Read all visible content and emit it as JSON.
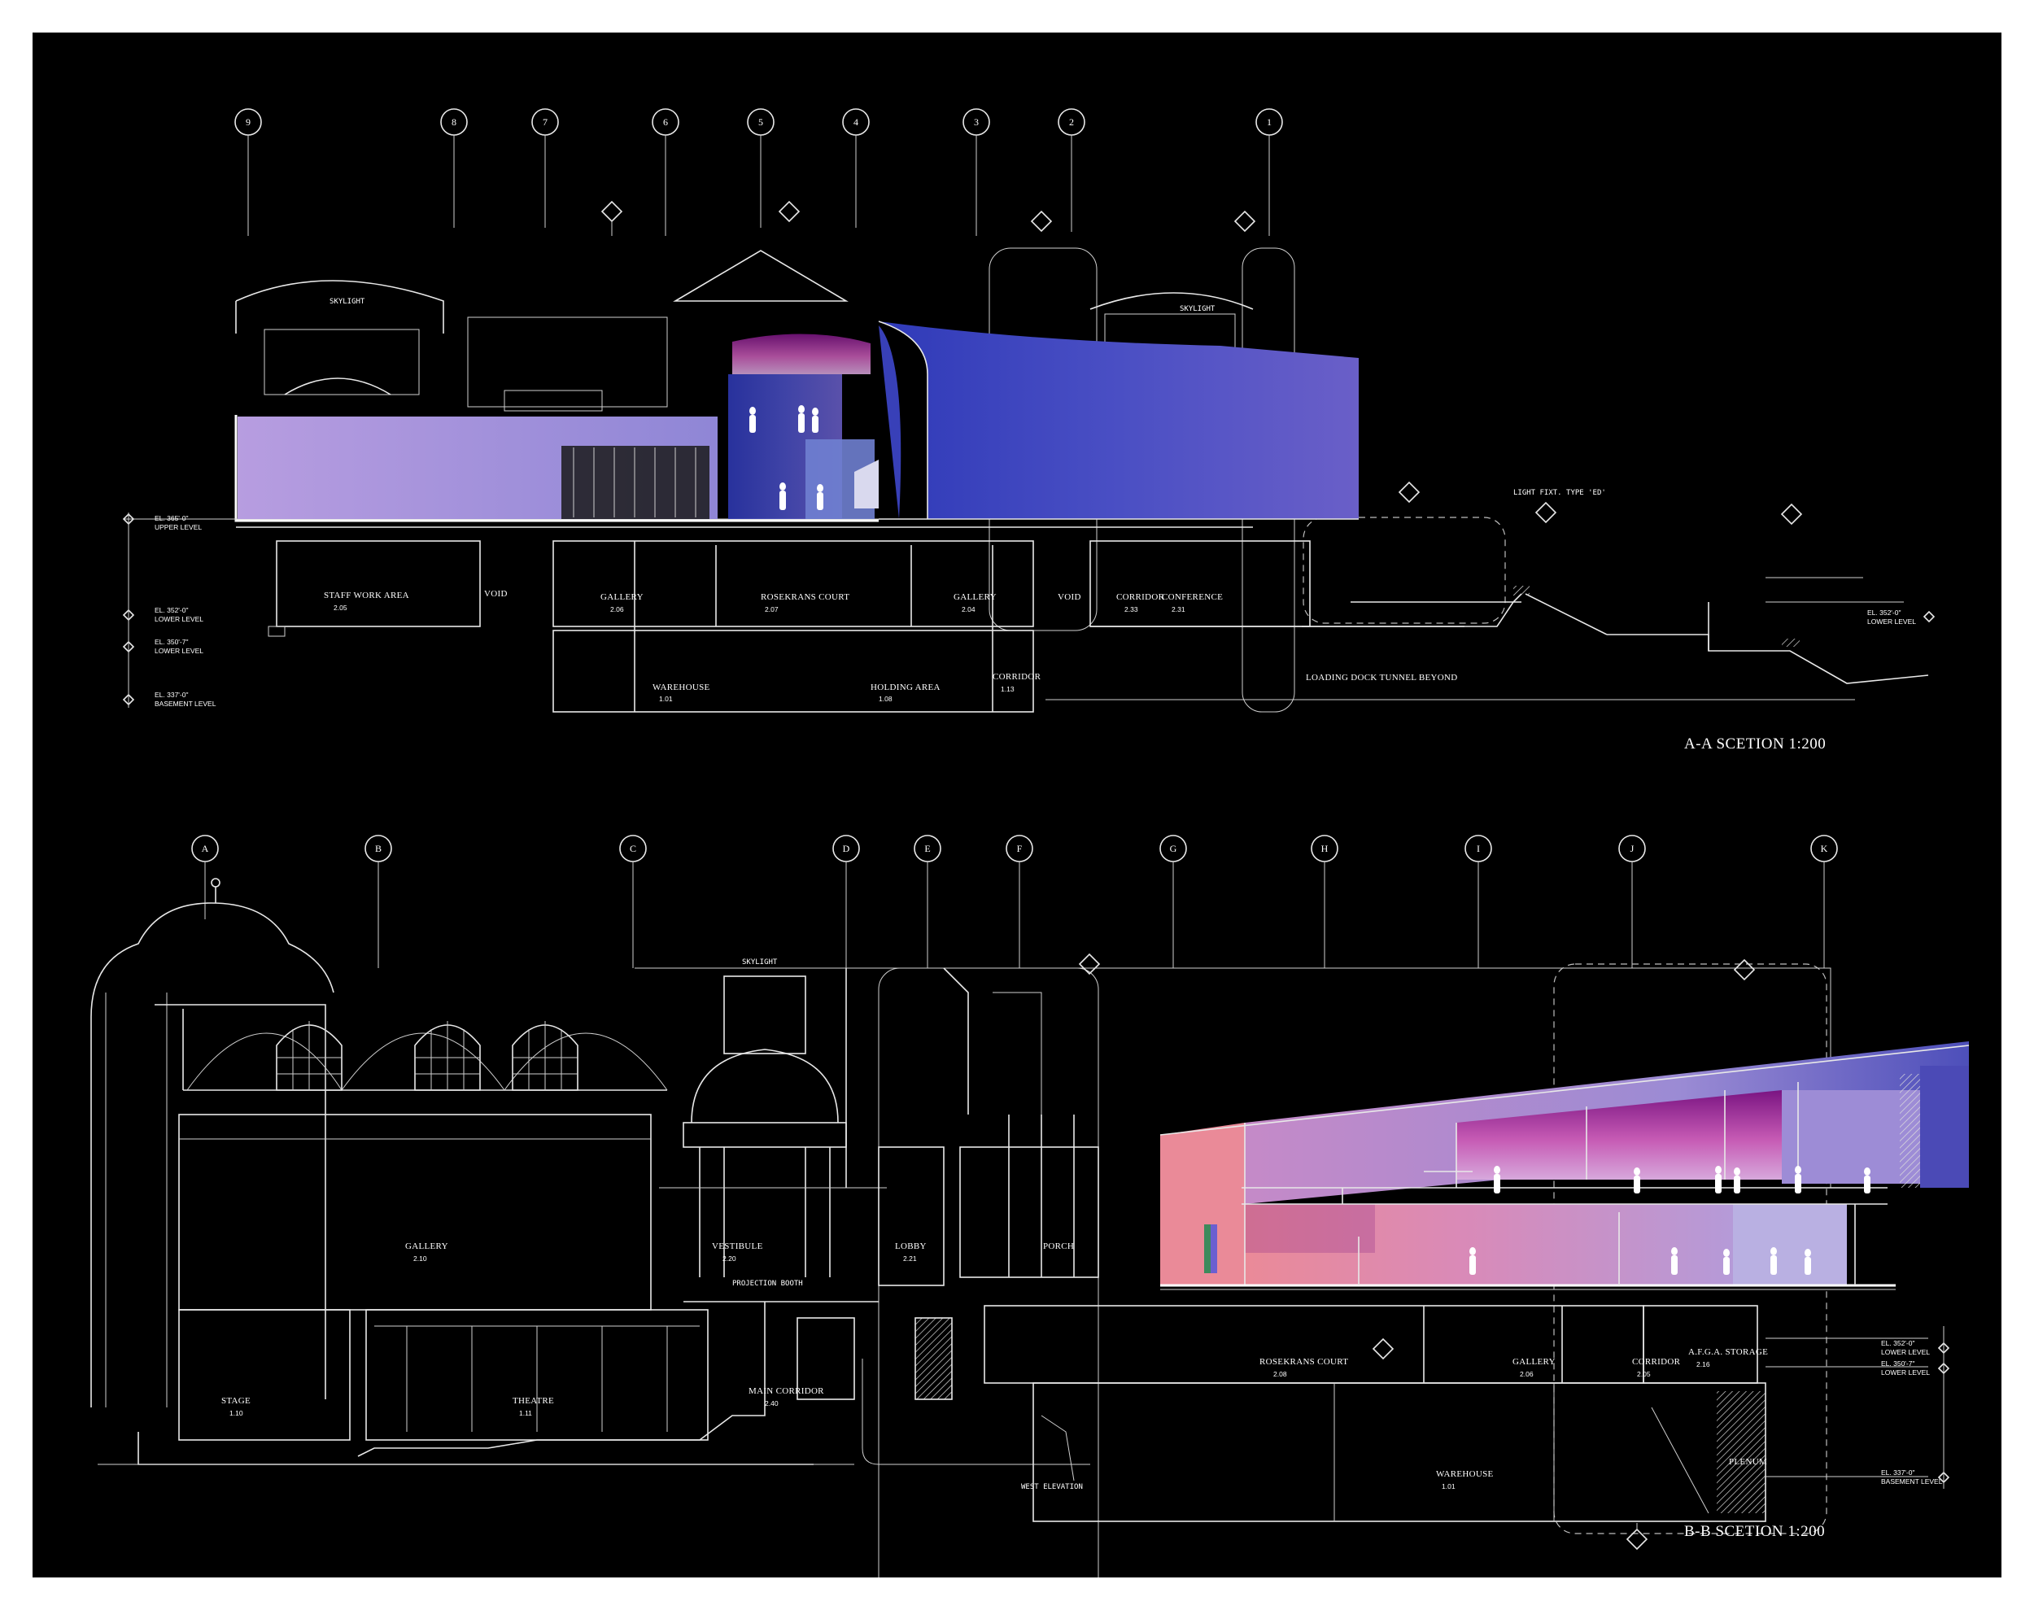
{
  "sections": [
    {
      "caption": "A-A SCETION  1:200",
      "grid_markers": [
        "9",
        "8",
        "7",
        "6",
        "5",
        "4",
        "3",
        "2",
        "1"
      ],
      "rooms": [
        {
          "name": "STAFF WORK AREA",
          "code": "2.05"
        },
        {
          "name": "VOID",
          "code": ""
        },
        {
          "name": "GALLERY",
          "code": "2.06"
        },
        {
          "name": "ROSEKRANS COURT",
          "code": "2.07"
        },
        {
          "name": "GALLERY",
          "code": "2.04"
        },
        {
          "name": "VOID",
          "code": ""
        },
        {
          "name": "CORRIDOR",
          "code": "2.33"
        },
        {
          "name": "CONFERENCE",
          "code": "2.31"
        },
        {
          "name": "WAREHOUSE",
          "code": "1.01"
        },
        {
          "name": "HOLDING AREA",
          "code": "1.08"
        },
        {
          "name": "CORRIDOR",
          "code": "1.13"
        },
        {
          "name": "LOADING DOCK TUNNEL BEYOND",
          "code": ""
        }
      ],
      "levels": [
        {
          "el": "EL. 365'-0\"",
          "name": "UPPER LEVEL"
        },
        {
          "el": "EL. 352'-0\"",
          "name": "LOWER LEVEL"
        },
        {
          "el": "EL. 350'-7\"",
          "name": "LOWER LEVEL"
        },
        {
          "el": "EL. 337'-0\"",
          "name": "BASEMENT LEVEL"
        }
      ],
      "right_level": {
        "el": "EL. 352'-0\"",
        "name": "LOWER LEVEL"
      },
      "notes": [
        "SKYLIGHT",
        "SKYLIGHT",
        "LIGHT FIXT. TYPE 'ED'"
      ]
    },
    {
      "caption": "B-B SCETION  1:200",
      "grid_markers": [
        "A",
        "B",
        "C",
        "D",
        "E",
        "F",
        "G",
        "H",
        "I",
        "J",
        "K"
      ],
      "rooms": [
        {
          "name": "GALLERY",
          "code": "2.10"
        },
        {
          "name": "VESTIBULE",
          "code": "2.20"
        },
        {
          "name": "LOBBY",
          "code": "2.21"
        },
        {
          "name": "PORCH",
          "code": ""
        },
        {
          "name": "STAGE",
          "code": "1.10"
        },
        {
          "name": "THEATRE",
          "code": "1.11"
        },
        {
          "name": "MAIN CORRIDOR",
          "code": "2.40"
        },
        {
          "name": "ROSEKRANS COURT",
          "code": "2.08"
        },
        {
          "name": "GALLERY",
          "code": "2.06"
        },
        {
          "name": "CORRIDOR",
          "code": "2.05"
        },
        {
          "name": "A.F.G.A. STORAGE",
          "code": "2.16"
        },
        {
          "name": "WAREHOUSE",
          "code": "1.01"
        },
        {
          "name": "PLENUM",
          "code": ""
        }
      ],
      "levels": [
        {
          "el": "EL. 352'-0\"",
          "name": "LOWER LEVEL"
        },
        {
          "el": "EL. 350'-7\"",
          "name": "LOWER LEVEL"
        },
        {
          "el": "EL. 337'-0\"",
          "name": "BASEMENT LEVEL"
        }
      ],
      "notes": [
        "SKYLIGHT",
        "WEST ELEVATION",
        "PROJECTION BOOTH"
      ]
    }
  ],
  "colors": {
    "background": "#000000",
    "linework": "#e8e8e8",
    "blue_volume": "#4a4fc0",
    "violet_volume": "#9a8ad8",
    "pink_volume": "#e48c9c",
    "magenta_volume": "#8a1e8c"
  }
}
